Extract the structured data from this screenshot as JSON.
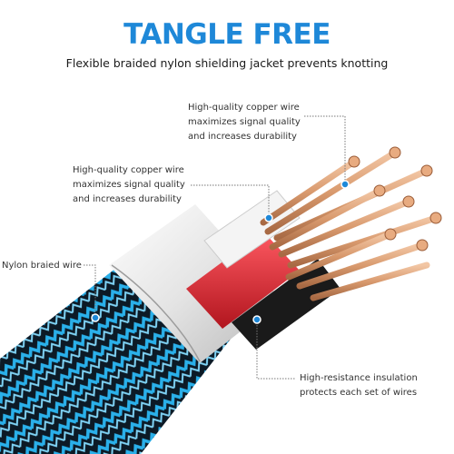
{
  "header": {
    "title": "TANGLE FREE",
    "subtitle": "Flexible braided nylon shielding jacket prevents knotting"
  },
  "callouts": {
    "copper_top": {
      "line1": "High-quality copper wire",
      "line2": "maximizes signal quality",
      "line3": "and increases durability"
    },
    "copper_left": {
      "line1": "High-quality copper wire",
      "line2": "maximizes signal quality",
      "line3": "and increases durability"
    },
    "nylon": {
      "line1": "Nylon braied wire"
    },
    "insulation": {
      "line1": "High-resistance insulation",
      "line2": "protects each set of wires"
    }
  },
  "colors": {
    "title": "#1e88d8",
    "braid_blue": "#2ab0ea",
    "braid_dark": "#0c1a26",
    "copper": "#d99a6e",
    "red_insulation": "#e0242e",
    "marker": "#1e88d8"
  }
}
